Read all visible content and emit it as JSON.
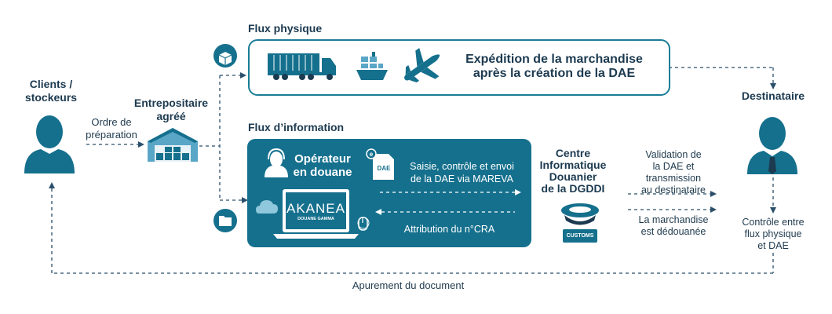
{
  "colors": {
    "teal": "#15708d",
    "navy": "#1c3a50",
    "dash": "#2b4f6b"
  },
  "clients": {
    "line1": "Clients /",
    "line2": "stockeurs"
  },
  "order": {
    "line1": "Ordre de",
    "line2": "préparation"
  },
  "warehouse": {
    "line1": "Entrepositaire",
    "line2": "agréé"
  },
  "physical_flow": {
    "title": "Flux physique",
    "text_line1": "Expédition de la marchandise",
    "text_line2": "après la création de la DAE"
  },
  "info_flow": {
    "title": "Flux d’information",
    "operator_line1": "Opérateur",
    "operator_line2": "en douane",
    "doc_badge": "DAE",
    "entry_line1": "Saisie, contrôle et envoi",
    "entry_line2": "de la DAE via MAREVA",
    "cra": "Attribution du n°CRA",
    "brand": "AKANEA",
    "brand_sub": "DOUANE GAMMA"
  },
  "customs_center": {
    "line1": "Centre",
    "line2": "Informatique",
    "line3": "Douanier",
    "line4": "de la DGDDI",
    "badge": "CUSTOMS"
  },
  "validation": {
    "line1": "Validation de",
    "line2": "la DAE et",
    "line3": "transmission",
    "line4": "au destinataire"
  },
  "cleared": {
    "line1": "La marchandise",
    "line2": "est dédouanée"
  },
  "recipient": {
    "title": "Destinataire"
  },
  "check": {
    "line1": "Contrôle entre",
    "line2": "flux physique",
    "line3": "et DAE"
  },
  "discharge": "Apurement du document"
}
